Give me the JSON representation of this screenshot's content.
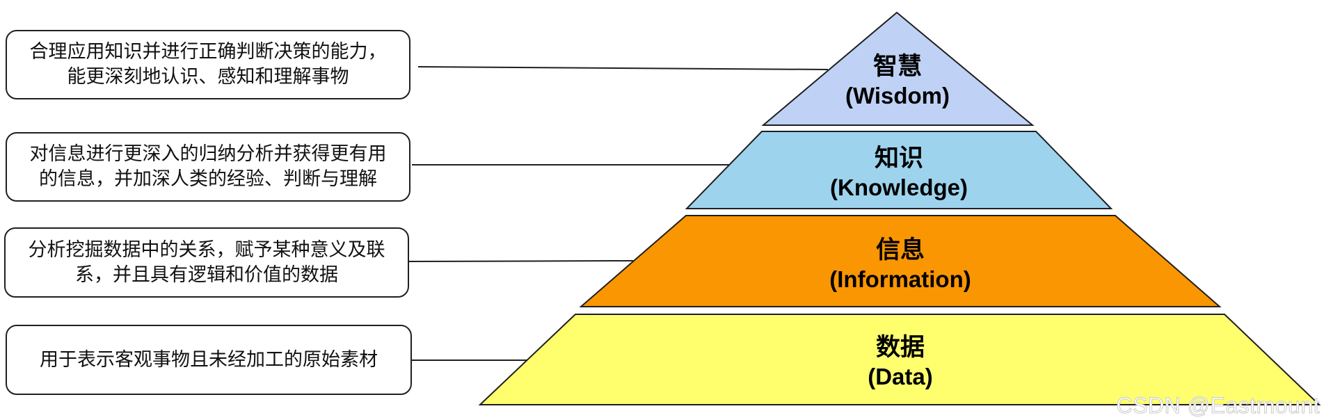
{
  "levels": [
    {
      "id": "wisdom",
      "zh": "智慧",
      "en": "(Wisdom)",
      "color": "#bfd2f5",
      "description": "合理应用知识并进行正确判断决策的能力，能更深刻地认识、感知和理解事物"
    },
    {
      "id": "knowledge",
      "zh": "知识",
      "en": "(Knowledge)",
      "color": "#9ed3ee",
      "description": "对信息进行更深入的归纳分析并获得更有用的信息，并加深人类的经验、判断与理解"
    },
    {
      "id": "information",
      "zh": "信息",
      "en": "(Information)",
      "color": "#fa9602",
      "description": "分析挖掘数据中的关系，赋予某种意义及联系，并且具有逻辑和价值的数据"
    },
    {
      "id": "data",
      "zh": "数据",
      "en": "(Data)",
      "color": "#ffff6e",
      "description": "用于表示客观事物且未经加工的原始素材"
    }
  ],
  "watermark": "CSDN @Eastmount",
  "stroke_color": "#1f1f1f"
}
